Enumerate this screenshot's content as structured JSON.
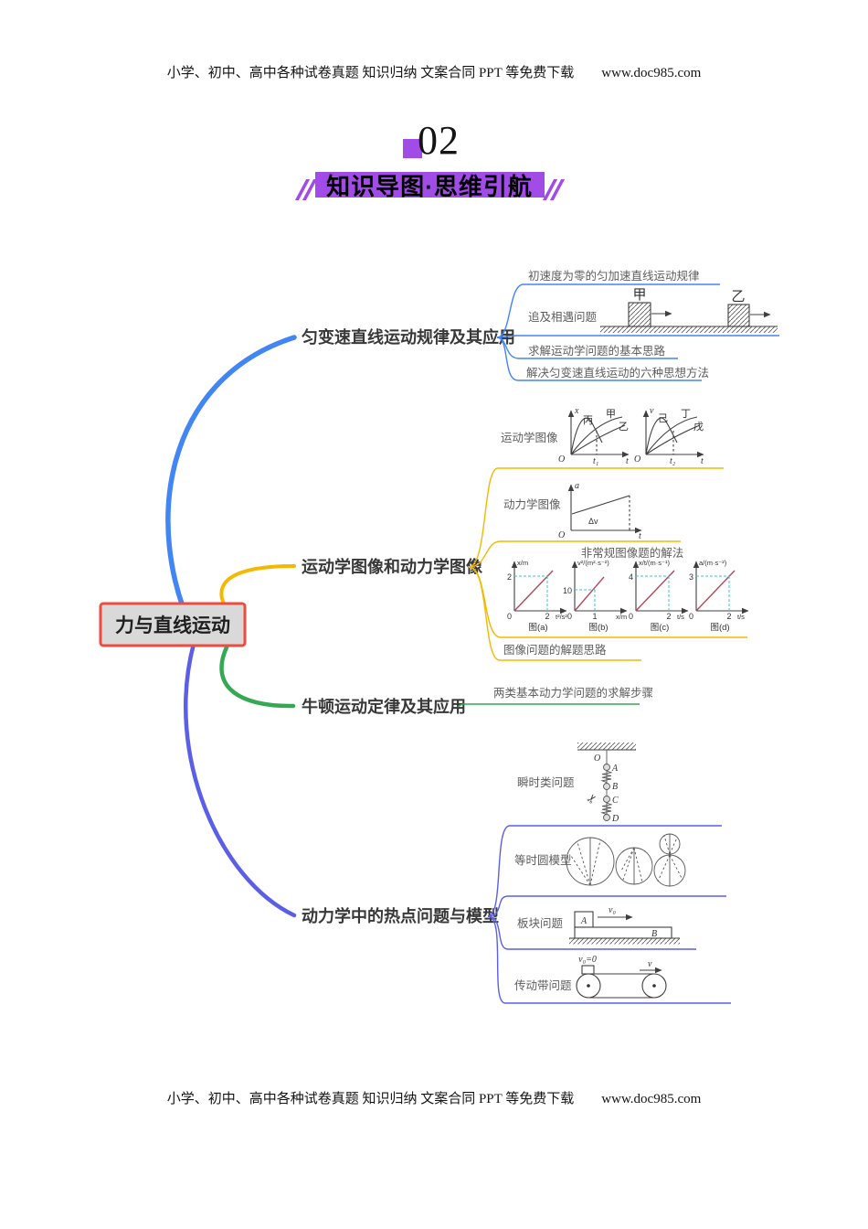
{
  "header": {
    "text": "小学、初中、高中各种试卷真题  知识归纳  文案合同  PPT 等免费下载",
    "url": "www.doc985.com"
  },
  "footer": {
    "text": "小学、初中、高中各种试卷真题  知识归纳  文案合同  PPT 等免费下载",
    "url": "www.doc985.com"
  },
  "section": {
    "number": "02",
    "banner": "知识导图·思维引航"
  },
  "colors": {
    "banner_purple": "#a24ce8",
    "root_border": "#ef4b3f",
    "root_fill": "#d9d9d9",
    "branch1_blue": "#4285f4",
    "branch2_yellow": "#f5b800",
    "branch3_green": "#35a853",
    "branch4_violet": "#5b5fe8",
    "graph_line_red": "#b0485a",
    "graph_dash_cyan": "#3cc3ce"
  },
  "mindmap": {
    "root": "力与直线运动",
    "branch1": {
      "label": "匀变速直线运动规律及其应用",
      "c1": "初速度为零的匀加速直线运动规律",
      "c2": "追及相遇问题",
      "c3": "求解运动学问题的基本思路",
      "c4": "解决匀变速直线运动的六种思想方法"
    },
    "branch2": {
      "label": "运动学图像和动力学图像",
      "c1": "运动学图像",
      "c2": "动力学图像",
      "c3": "非常规图像题的解法",
      "c4": "图像问题的解题思路"
    },
    "branch3": {
      "label": "牛顿运动定律及其应用",
      "c1": "两类基本动力学问题的求解步骤"
    },
    "branch4": {
      "label": "动力学中的热点问题与模型",
      "c1": "瞬时类问题",
      "c2": "等时圆模型",
      "c3": "板块问题",
      "c4": "传动带问题"
    }
  },
  "diagrams": {
    "chase": {
      "label1": "甲",
      "label2": "乙"
    },
    "xt": {
      "y": "x",
      "o": "O",
      "t1": "t₁",
      "x": "t",
      "k1": "丙",
      "k2": "甲",
      "k3": "乙"
    },
    "vt": {
      "y": "v",
      "o": "O",
      "t2": "t₂",
      "x": "t",
      "k1": "己",
      "k2": "丁",
      "k3": "戊"
    },
    "at": {
      "y": "a",
      "o": "O",
      "dv": "Δv",
      "x": "t"
    },
    "mini": [
      {
        "ylabel": "x/m",
        "yval": "2",
        "zero": "0",
        "xval": "2",
        "xlabel": "t²/s²",
        "caption": "图(a)"
      },
      {
        "ylabel": "v²/(m²·s⁻²)",
        "yval": "10",
        "zero": "0",
        "xval": "1",
        "xlabel": "x/m",
        "caption": "图(b)"
      },
      {
        "ylabel": "x/t/(m·s⁻¹)",
        "yval": "4",
        "zero": "0",
        "xval": "2",
        "xlabel": "t/s",
        "caption": "图(c)"
      },
      {
        "ylabel": "a/(m·s⁻²)",
        "yval": "3",
        "zero": "0",
        "xval": "2",
        "xlabel": "t/s",
        "caption": "图(d)"
      }
    ],
    "instant": {
      "o": "O",
      "a": "A",
      "b": "B",
      "c": "C",
      "d": "D"
    },
    "board": {
      "a": "A",
      "b": "B",
      "v0": "v₀"
    },
    "belt": {
      "v0": "v₀=0",
      "v": "v"
    }
  }
}
